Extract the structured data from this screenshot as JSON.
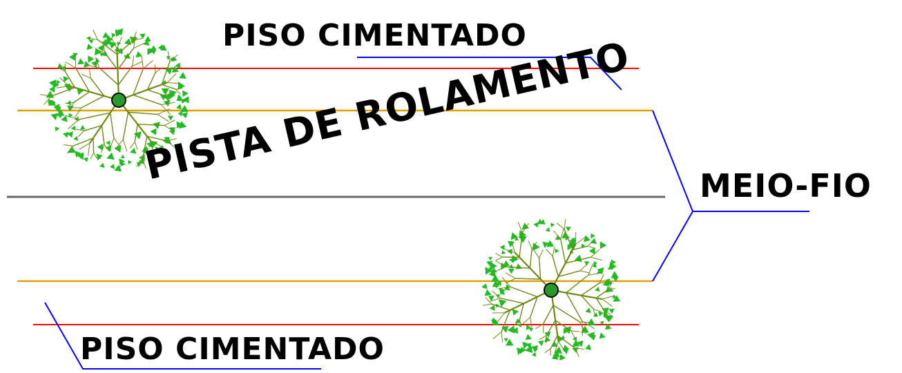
{
  "labels": {
    "piso_top": "PISO CIMENTADO",
    "piso_bottom": "PISO CIMENTADO",
    "pista": "PISTA DE ROLAMENTO",
    "meio_fio": "MEIO-FIO"
  },
  "colors": {
    "sidewalk_edge": "#ff0000",
    "curb": "#e0a000",
    "center_line": "#666666",
    "leader": "#0000ff",
    "foliage": "#22bb22",
    "branch": "#6a8a10",
    "trunk": "#2a9a2a",
    "text": "#000000"
  },
  "trees": [
    "tree-top-left",
    "tree-bottom-right"
  ]
}
